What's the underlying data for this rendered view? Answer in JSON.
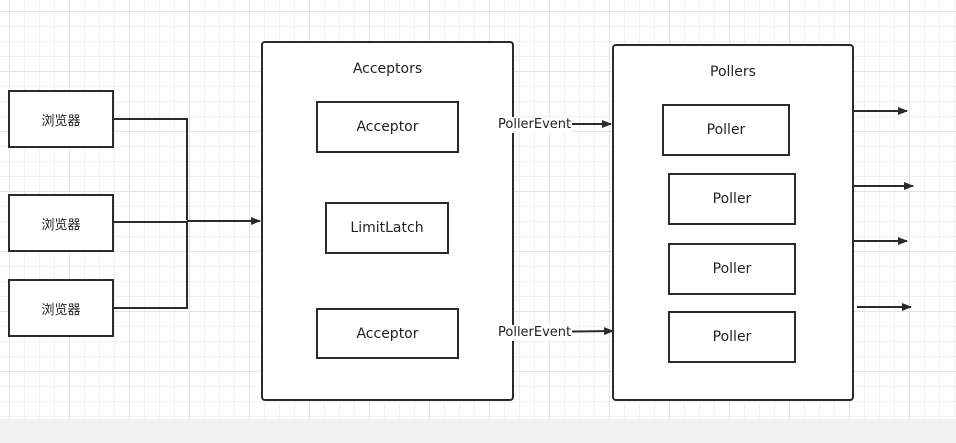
{
  "browsers": [
    "浏览器",
    "浏览器",
    "浏览器"
  ],
  "acceptors_group": {
    "title": "Acceptors",
    "acceptor_top": "Acceptor",
    "limit_latch": "LimitLatch",
    "acceptor_bottom": "Acceptor"
  },
  "pollers_group": {
    "title": "Pollers",
    "pollers": [
      "Poller",
      "Poller",
      "Poller",
      "Poller"
    ]
  },
  "edge_labels": {
    "top": "PollerEvent",
    "bottom": "PollerEvent"
  },
  "colors": {
    "stroke": "#2b2b2b",
    "grid": "#e3e3e3",
    "background": "#ffffff"
  }
}
